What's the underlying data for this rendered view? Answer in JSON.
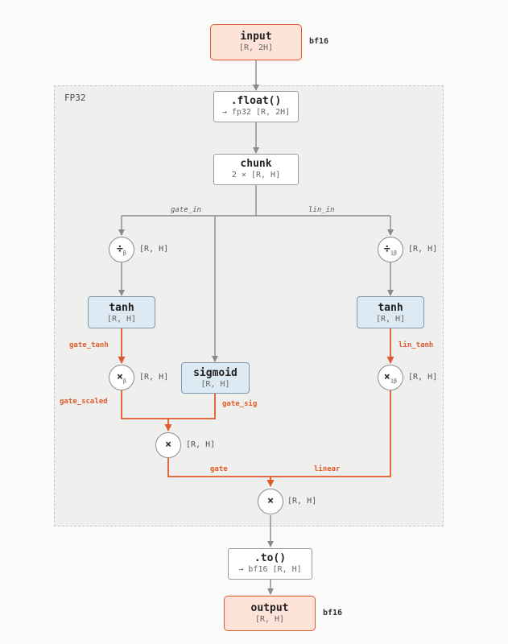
{
  "region_label": "FP32",
  "nodes": {
    "input": {
      "title": "input",
      "shape": "[R, 2H]",
      "dtype": "bf16"
    },
    "float": {
      "title": ".float()",
      "sub": "→ fp32 [R, 2H]"
    },
    "chunk": {
      "title": "chunk",
      "sub": "2 × [R, H]"
    },
    "div_gate": {
      "symbol": "÷",
      "subscript": "β",
      "shape": "[R, H]"
    },
    "div_lin": {
      "symbol": "÷",
      "subscript": "1β",
      "shape": "[R, H]"
    },
    "tanh_gate": {
      "title": "tanh",
      "shape": "[R, H]"
    },
    "tanh_lin": {
      "title": "tanh",
      "shape": "[R, H]"
    },
    "mul_gate": {
      "symbol": "×",
      "subscript": "β",
      "shape": "[R, H]"
    },
    "mul_lin": {
      "symbol": "×",
      "subscript": "1β",
      "shape": "[R, H]"
    },
    "sigmoid": {
      "title": "sigmoid",
      "shape": "[R, H]"
    },
    "mul_mid": {
      "symbol": "×",
      "shape": "[R, H]"
    },
    "mul_final": {
      "symbol": "×",
      "shape": "[R, H]"
    },
    "to": {
      "title": ".to()",
      "sub": "→ bf16 [R, H]"
    },
    "output": {
      "title": "output",
      "shape": "[R, H]",
      "dtype": "bf16"
    }
  },
  "edge_labels": {
    "gate_in": "gate_in",
    "lin_in": "lin_in",
    "gate_tanh": "gate_tanh",
    "lin_tanh": "lin_tanh",
    "gate_scaled": "gate_scaled",
    "gate_sig": "gate_sig",
    "gate": "gate",
    "linear": "linear"
  },
  "colors": {
    "accent": "#e05a2b",
    "wire": "#8a8a8a",
    "io_fill": "#fde3d8",
    "act_fill": "#dde9f3",
    "region_fill": "#efefee"
  }
}
